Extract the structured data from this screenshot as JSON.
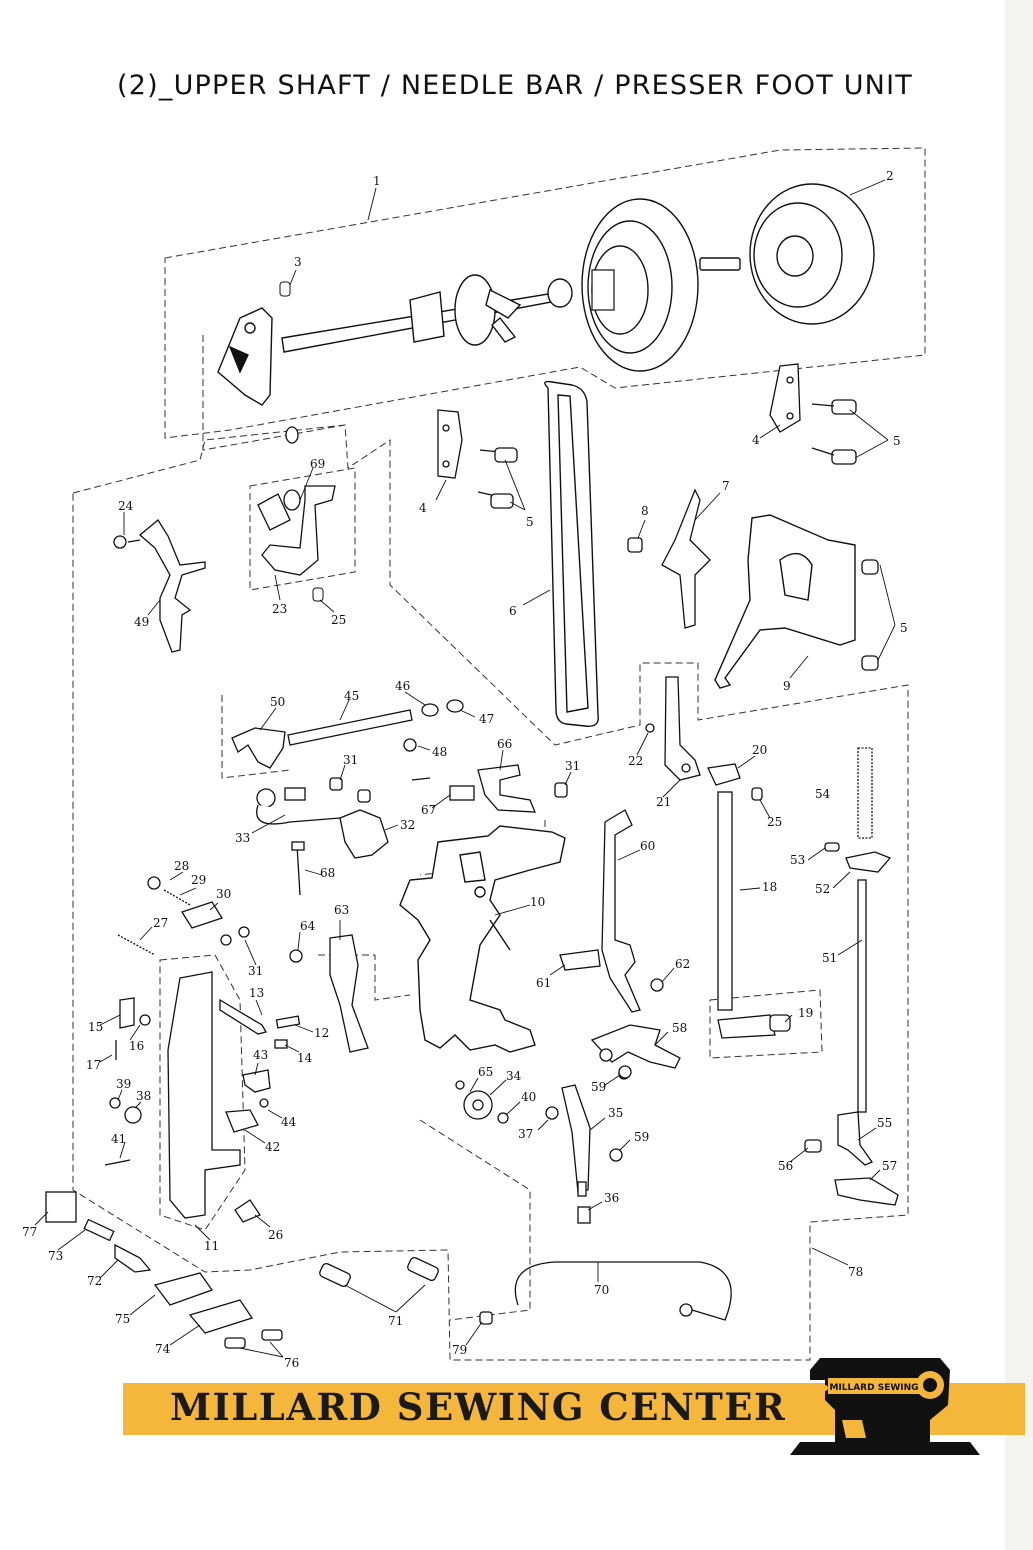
{
  "page": {
    "title": "(2)_UPPER SHAFT / NEEDLE BAR / PRESSER FOOT UNIT"
  },
  "brand": {
    "name": "MILLARD SEWING CENTER",
    "badge": "MILLARD SEWING",
    "banner_color": "#f5b63c"
  },
  "colors": {
    "line": "#111111",
    "background": "#ffffff"
  },
  "part_labels": [
    "1",
    "2",
    "3",
    "4",
    "5",
    "4",
    "5",
    "69",
    "24",
    "23",
    "25",
    "49",
    "6",
    "7",
    "8",
    "4",
    "5",
    "9",
    "5",
    "50",
    "45",
    "46",
    "47",
    "48",
    "66",
    "31",
    "22",
    "20",
    "21",
    "25",
    "54",
    "33",
    "31",
    "32",
    "67",
    "28",
    "29",
    "30",
    "27",
    "31",
    "68",
    "10",
    "60",
    "18",
    "53",
    "52",
    "51",
    "64",
    "63",
    "61",
    "62",
    "13",
    "15",
    "16",
    "12",
    "14",
    "17",
    "43",
    "58",
    "19",
    "39",
    "38",
    "44",
    "42",
    "41",
    "65",
    "34",
    "40",
    "37",
    "35",
    "59",
    "59",
    "55",
    "56",
    "57",
    "36",
    "26",
    "11",
    "77",
    "73",
    "72",
    "75",
    "74",
    "76",
    "71",
    "70",
    "79",
    "78"
  ]
}
